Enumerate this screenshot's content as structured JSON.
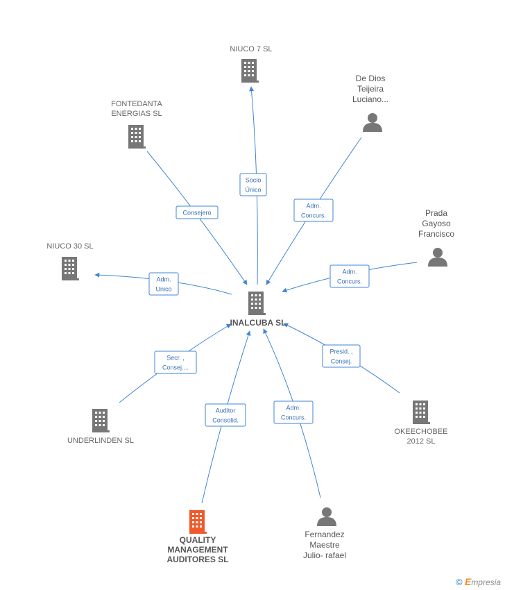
{
  "center": {
    "label": "INALCUBA SL"
  },
  "nodes": [
    {
      "id": "niuco7",
      "type": "company",
      "label_lines": [
        "NIUCO 7 SL"
      ]
    },
    {
      "id": "dedios",
      "type": "person",
      "label_lines": [
        "De Dios",
        "Teijeira",
        "Luciano..."
      ]
    },
    {
      "id": "fontedanta",
      "type": "company",
      "label_lines": [
        "FONTEDANTA",
        "ENERGIAS SL"
      ]
    },
    {
      "id": "prada",
      "type": "person",
      "label_lines": [
        "Prada",
        "Gayoso",
        "Francisco"
      ]
    },
    {
      "id": "niuco30",
      "type": "company",
      "label_lines": [
        "NIUCO 30  SL"
      ]
    },
    {
      "id": "underlinden",
      "type": "company",
      "label_lines": [
        "UNDERLINDEN SL"
      ]
    },
    {
      "id": "okeechobee",
      "type": "company",
      "label_lines": [
        "OKEECHOBEE",
        "2012 SL"
      ]
    },
    {
      "id": "quality",
      "type": "company-highlight",
      "label_lines": [
        "QUALITY",
        "MANAGEMENT",
        "AUDITORES SL"
      ]
    },
    {
      "id": "fernandez",
      "type": "person",
      "label_lines": [
        "Fernandez",
        "Maestre",
        "Julio- rafael"
      ]
    }
  ],
  "edges": [
    {
      "node": "niuco7",
      "label_lines": [
        "Socio",
        "Único"
      ]
    },
    {
      "node": "dedios",
      "label_lines": [
        "Adm.",
        "Concurs."
      ]
    },
    {
      "node": "fontedanta",
      "label_lines": [
        "Consejero"
      ]
    },
    {
      "node": "prada",
      "label_lines": [
        "Adm.",
        "Concurs."
      ]
    },
    {
      "node": "niuco30",
      "label_lines": [
        "Adm.",
        "Unico"
      ]
    },
    {
      "node": "underlinden",
      "label_lines": [
        "Secr. ,",
        "Consej...."
      ]
    },
    {
      "node": "okeechobee",
      "label_lines": [
        "Presid. ,",
        "Consej."
      ]
    },
    {
      "node": "quality",
      "label_lines": [
        "Auditor",
        "Consolid."
      ]
    },
    {
      "node": "fernandez",
      "label_lines": [
        "Adm.",
        "Concurs."
      ]
    }
  ],
  "colors": {
    "edge": "#3f85d4",
    "icon": "#777777",
    "highlight": "#f05a2a"
  },
  "footer": {
    "copyright": "©",
    "brand_initial": "E",
    "brand_rest": "mpresia"
  }
}
